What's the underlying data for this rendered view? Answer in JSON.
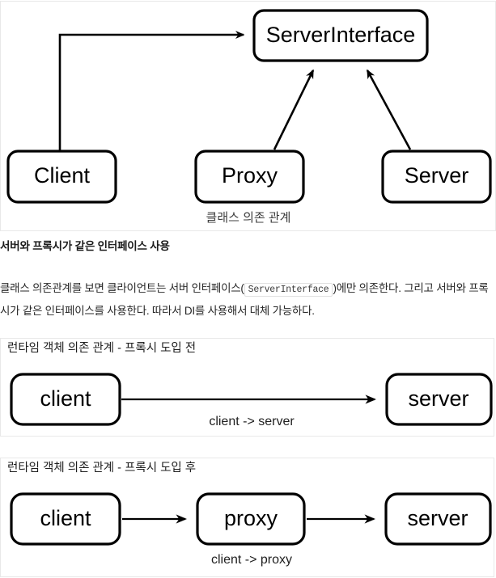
{
  "class_diagram": {
    "caption": "클래스 의존 관계",
    "nodes": {
      "server_interface": "ServerInterface",
      "client": "Client",
      "proxy": "Proxy",
      "server": "Server"
    },
    "edges": [
      {
        "from": "Client",
        "to": "ServerInterface",
        "style": "dependency"
      },
      {
        "from": "Proxy",
        "to": "ServerInterface",
        "style": "implements"
      },
      {
        "from": "Server",
        "to": "ServerInterface",
        "style": "implements"
      }
    ]
  },
  "section": {
    "heading": "서버와 프록시가 같은 인터페이스 사용",
    "paragraph_part1": "클래스 의존관계를 보면 클라이언트는 서버 인터페이스(",
    "paragraph_code": "ServerInterface",
    "paragraph_part2": ")에만 의존한다. 그리고 서버와 프록시가 같은 인터페이스를 사용한다. 따라서 DI를 사용해서 대체 가능하다."
  },
  "runtime_before": {
    "title": "런타임 객체 의존 관계 - 프록시 도입 전",
    "nodes": {
      "client": "client",
      "server": "server"
    },
    "edge_label": "client -> server"
  },
  "runtime_after": {
    "title": "런타임 객체 의존 관계 - 프록시 도입 후",
    "nodes": {
      "client": "client",
      "proxy": "proxy",
      "server": "server"
    },
    "edge_label": "client -> proxy"
  },
  "colors": {
    "stroke": "#000000",
    "figure_border": "#e8e8e8",
    "text": "#272727",
    "caption": "#3d3d3d"
  }
}
